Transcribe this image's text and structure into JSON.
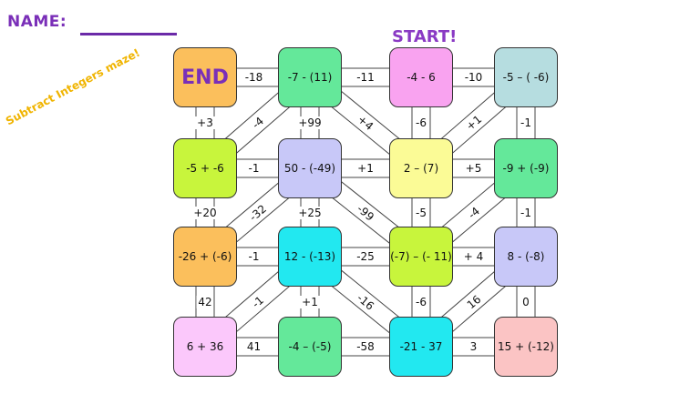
{
  "header": {
    "name_label": "NAME:",
    "start_label": "START!",
    "side_note": "Subtract Integers maze!"
  },
  "cells": [
    [
      "END",
      "-7 - (11)",
      "-4 - 6",
      "-5 – ( -6)"
    ],
    [
      "-5 + -6",
      "50 - (-49)",
      "2 – (7)",
      "-9 + (-9)"
    ],
    [
      "-26 + (-6)",
      "12 - (-13)",
      "(-7) – (- 11)",
      "8 - (-8)"
    ],
    [
      "6 + 36",
      "-4 – (-5)",
      "-21 - 37",
      "15 + (-12)"
    ]
  ],
  "cell_colors": [
    [
      "#fbbf5c",
      "#64e89a",
      "#f9a3f0",
      "#b6dde0"
    ],
    [
      "#c8f53c",
      "#c8c8f8",
      "#fbfb96",
      "#64e89a"
    ],
    [
      "#fbbf5c",
      "#22e8f0",
      "#c8f53c",
      "#c8c8f8"
    ],
    [
      "#fbc8fb",
      "#64e89a",
      "#22e8f0",
      "#fbc4c4"
    ]
  ],
  "horizontal_labels": [
    [
      "-18",
      "-11",
      "-10"
    ],
    [
      "-1",
      "+1",
      "+5"
    ],
    [
      "-1",
      "-25",
      "+ 4"
    ],
    [
      "41",
      "-58",
      "3"
    ]
  ],
  "vertical_labels": [
    [
      "+3",
      "+99",
      "-6",
      "-1"
    ],
    [
      "+20",
      "+25",
      "-5",
      "-1"
    ],
    [
      "42",
      "+1",
      "-6",
      "0"
    ]
  ],
  "diagonal_labels": [
    [
      "-4",
      "+4",
      "+1"
    ],
    [
      "-32",
      "-99",
      "-4"
    ],
    [
      "-1",
      "-16",
      "16"
    ]
  ]
}
